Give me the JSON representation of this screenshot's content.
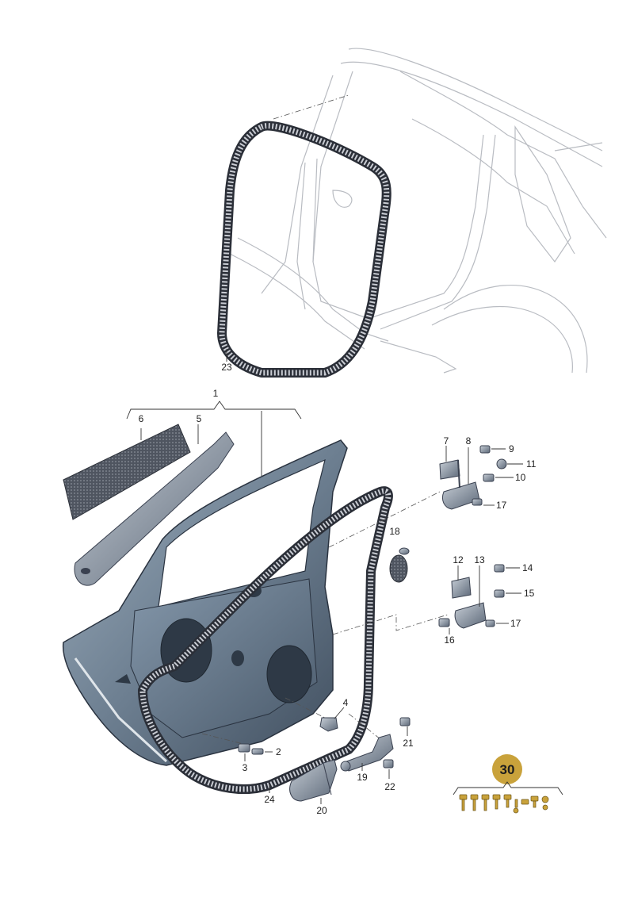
{
  "labels": {
    "p1": "1",
    "p2": "2",
    "p3": "3",
    "p4": "4",
    "p5": "5",
    "p6": "6",
    "p7": "7",
    "p8": "8",
    "p9": "9",
    "p10": "10",
    "p11": "11",
    "p12": "12",
    "p13": "13",
    "p14": "14",
    "p15": "15",
    "p16": "16",
    "p17a": "17",
    "p17b": "17",
    "p18": "18",
    "p19": "19",
    "p20": "20",
    "p21": "21",
    "p22": "22",
    "p23": "23",
    "p24": "24"
  },
  "badge": {
    "number": "30",
    "color": "#c9a23b"
  },
  "colors": {
    "door_panel": "#5d6f82",
    "seal": "#2b2f38",
    "body_outline": "#b9bcc2",
    "hardware": "#4a5566"
  }
}
